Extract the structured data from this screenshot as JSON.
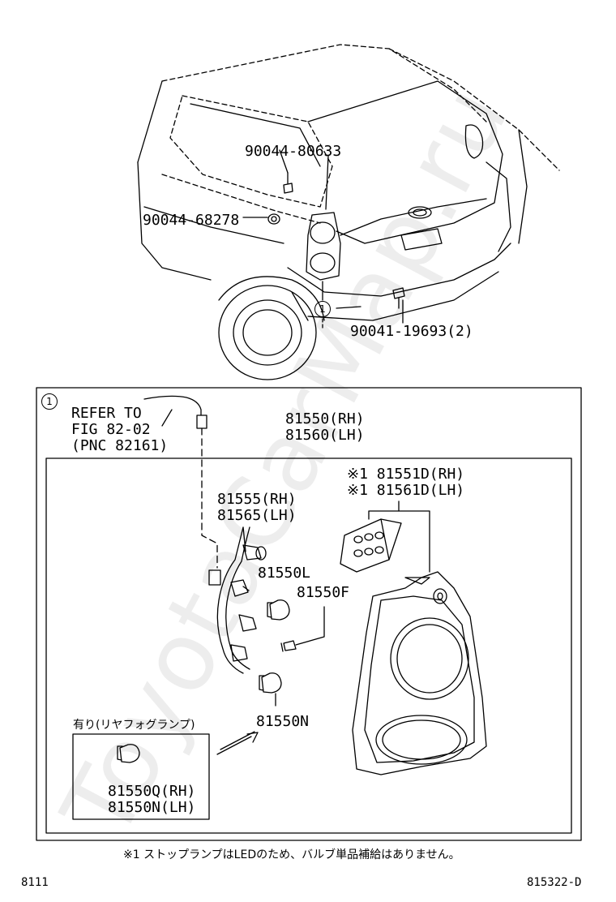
{
  "watermark": "ToyotaCarMap.ru",
  "top_callouts": {
    "bolt_upper": "90044-80633",
    "clip_left": "90044-68278",
    "screw_lower": "90041-19693(2)",
    "assembly_ref": "1"
  },
  "detail_box": {
    "ref_marker": "1",
    "refer_line1": "REFER TO",
    "refer_line2": "FIG 82-02",
    "refer_line3": "(PNC 82161)",
    "lamp_assy_rh": "81550(RH)",
    "lamp_assy_lh": "81560(LH)",
    "socket_rh": "81555(RH)",
    "socket_lh": "81565(LH)",
    "led_unit_rh": "※1 81551D(RH)",
    "led_unit_lh": "※1 81561D(LH)",
    "bulb_l": "81550L",
    "bulb_f": "81550F",
    "bulb_n": "81550N",
    "inset_title": "有り(リヤフォグランプ)",
    "inset_rh": "81550Q(RH)",
    "inset_lh": "81550N(LH)"
  },
  "footnote": "※1 ストップランプはLEDのため、バルブ単品補給はありません。",
  "footer_left": "8111",
  "footer_right": "815322-D"
}
